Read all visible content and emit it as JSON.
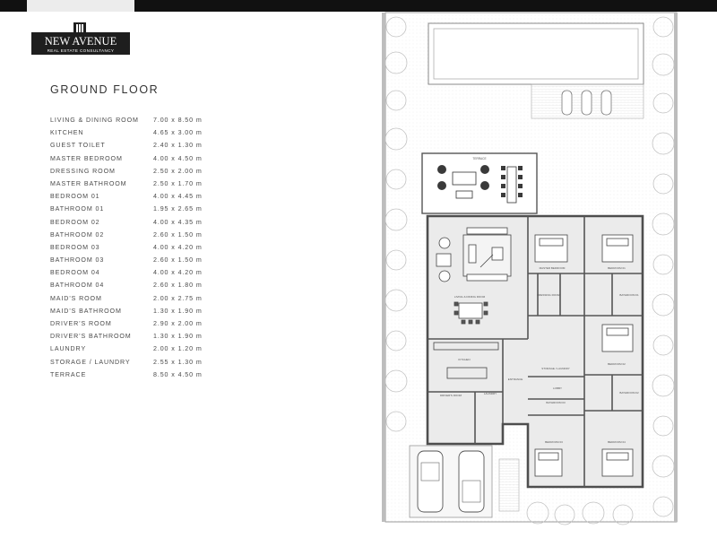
{
  "brand": {
    "name": "NEW AVENUE",
    "tagline": "REAL ESTATE CONSULTANCY"
  },
  "floor_title": "GROUND FLOOR",
  "rooms": [
    {
      "name": "LIVING & DINING ROOM",
      "dim": "7.00 x 8.50 m"
    },
    {
      "name": "KITCHEN",
      "dim": "4.65 x 3.00 m"
    },
    {
      "name": "GUEST TOILET",
      "dim": "2.40 x 1.30 m"
    },
    {
      "name": "MASTER BEDROOM",
      "dim": "4.00 x 4.50 m"
    },
    {
      "name": "DRESSING ROOM",
      "dim": "2.50 x 2.00 m"
    },
    {
      "name": "MASTER BATHROOM",
      "dim": "2.50 x 1.70 m"
    },
    {
      "name": "BEDROOM 01",
      "dim": "4.00 x 4.45 m"
    },
    {
      "name": "BATHROOM 01",
      "dim": "1.95 x 2.65 m"
    },
    {
      "name": "BEDROOM 02",
      "dim": "4.00 x 4.35 m"
    },
    {
      "name": "BATHROOM 02",
      "dim": "2.60 x 1.50 m"
    },
    {
      "name": "BEDROOM 03",
      "dim": "4.00 x 4.20 m"
    },
    {
      "name": "BATHROOM 03",
      "dim": "2.60 x 1.50 m"
    },
    {
      "name": "BEDROOM 04",
      "dim": "4.00 x 4.20 m"
    },
    {
      "name": "BATHROOM 04",
      "dim": "2.60 x 1.80 m"
    },
    {
      "name": "MAID'S ROOM",
      "dim": "2.00 x 2.75 m"
    },
    {
      "name": "MAID'S BATHROOM",
      "dim": "1.30 x 1.90 m"
    },
    {
      "name": "DRIVER'S ROOM",
      "dim": "2.90 x 2.00 m"
    },
    {
      "name": "DRIVER'S BATHROOM",
      "dim": "1.30 x 1.90 m"
    },
    {
      "name": "LAUNDRY",
      "dim": "2.00 x 1.20 m"
    },
    {
      "name": "STORAGE / LAUNDRY",
      "dim": "2.55 x 1.30 m"
    },
    {
      "name": "TERRACE",
      "dim": "8.50 x 4.50 m"
    }
  ],
  "plan_labels": {
    "terrace": "TERRACE",
    "living": "LIVING & DINING ROOM",
    "master_bedroom": "MASTER BEDROOM",
    "bedroom_01": "BEDROOM 01",
    "bedroom_02": "BEDROOM 02",
    "bedroom_03": "BEDROOM 03",
    "bedroom_04": "BEDROOM 04",
    "kitchen": "KITCHEN",
    "lobby": "LOBBY",
    "entrance": "ENTRANCE",
    "dressing": "DRESSING ROOM",
    "master_bath": "MASTER BATHROOM",
    "bath_01": "BATHROOM 01",
    "bath_02": "BATHROOM 02",
    "bath_03": "BATHROOM 03",
    "bath_04": "BATHROOM 04",
    "laundry": "LAUNDRY",
    "storage": "STORAGE / LAUNDRY",
    "drivers_room": "DRIVER'S ROOM",
    "guest_toilet": "GUEST TOILET"
  },
  "colors": {
    "wall": "#555555",
    "interior_fill": "#e9e9e9",
    "top_bar": "#111111",
    "logo_bg": "#1e1e1e"
  }
}
